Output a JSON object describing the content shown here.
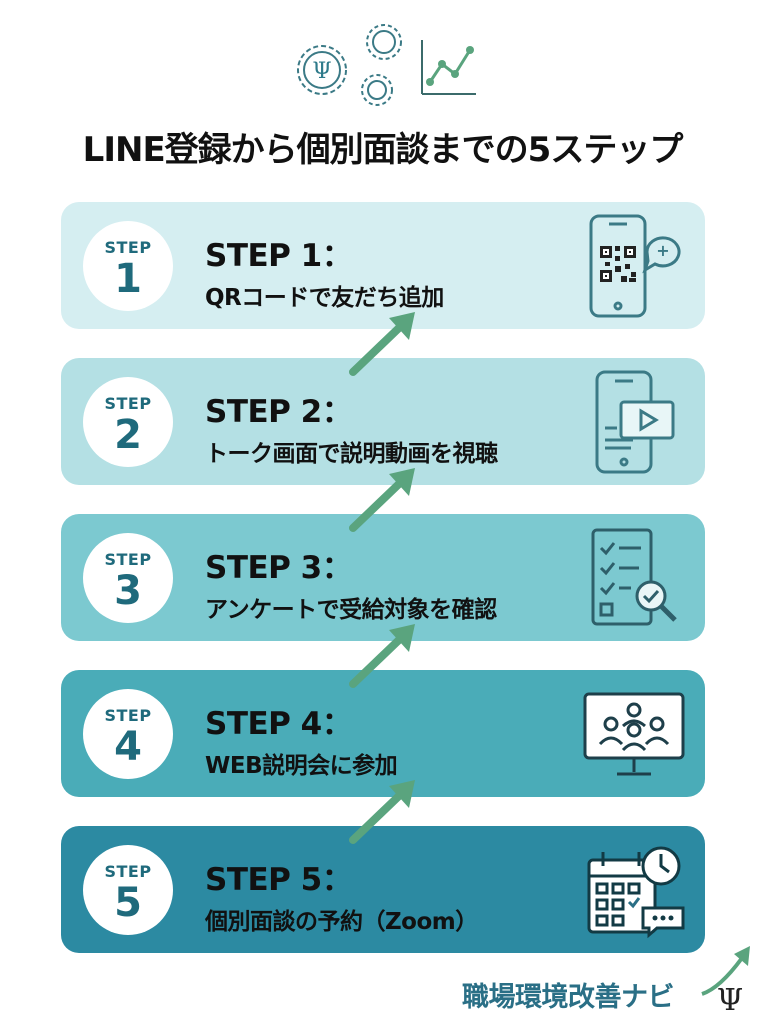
{
  "header": {
    "title": "LINE登録から個別面談までの5ステップ"
  },
  "steps": [
    {
      "badge": "STEP",
      "number": "1",
      "title": "STEP 1：",
      "desc": "QRコードで友だち追加",
      "icon": "qr-phone-icon",
      "bg": "#d5eef1"
    },
    {
      "badge": "STEP",
      "number": "2",
      "title": "STEP 2：",
      "desc": "トーク画面で説明動画を視聴",
      "icon": "video-phone-icon",
      "bg": "#b4e0e4"
    },
    {
      "badge": "STEP",
      "number": "3",
      "title": "STEP 3：",
      "desc": "アンケートで受給対象を確認",
      "icon": "checklist-icon",
      "bg": "#7cc9d0"
    },
    {
      "badge": "STEP",
      "number": "4",
      "title": "STEP 4：",
      "desc": "WEB説明会に参加",
      "icon": "web-meeting-icon",
      "bg": "#4aacb8"
    },
    {
      "badge": "STEP",
      "number": "5",
      "title": "STEP 5：",
      "desc": "個別面談の予約（Zoom）",
      "icon": "calendar-icon",
      "bg": "#2c8aa2"
    }
  ],
  "brand": {
    "name": "職場環境改善ナビ"
  },
  "colors": {
    "accent": "#2a6f86",
    "arrow": "#5aa47e"
  }
}
